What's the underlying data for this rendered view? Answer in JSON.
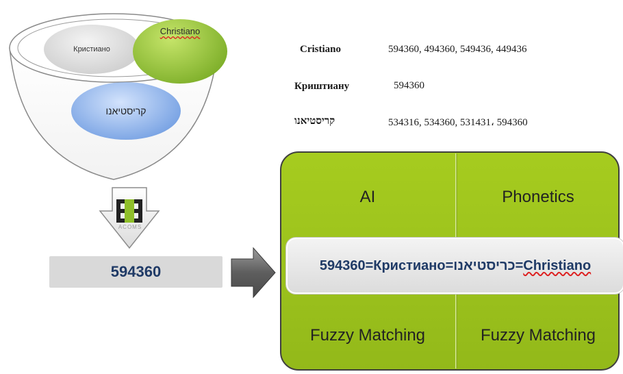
{
  "funnel": {
    "left_bubble": "Кристиано",
    "right_bubble": "Christiano",
    "bottom_bubble": "קריסטיאנו"
  },
  "codes": [
    {
      "name": "Cristiano",
      "values": "594360, 494360, 549436, 449436"
    },
    {
      "name": "Криштиану",
      "values": "594360"
    },
    {
      "name": "קריסטיאנו",
      "values": "534316, 534360, 531431، 594360"
    }
  ],
  "logo_text": "ACOMS",
  "result": "594360",
  "quadrants": {
    "top_left": "AI",
    "top_right": "Phonetics",
    "bottom_left": "Fuzzy Matching",
    "bottom_right": "Fuzzy Matching"
  },
  "center_bar": {
    "prefix": "594360=Кристиано=כריסטיאנו=",
    "suffix": "Christiano"
  },
  "colors": {
    "green": "#99c21a",
    "dark_green": "#6e8f10",
    "bubble_grey": "#d6d6d6",
    "bubble_blue": "#7aa6e8",
    "result_text": "#1f3a66",
    "arrow_grey": "#6b6b6b"
  }
}
